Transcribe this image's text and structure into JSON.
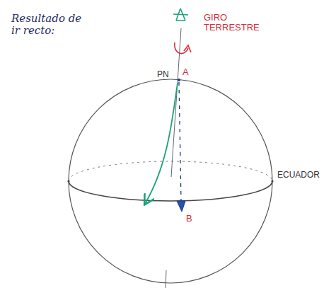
{
  "diagram": {
    "labels": [
      "Resultado de ir recto:",
      "GIRO TERRESTRE",
      "PN",
      "A",
      "ECUADOR",
      "B"
    ]
  }
}
